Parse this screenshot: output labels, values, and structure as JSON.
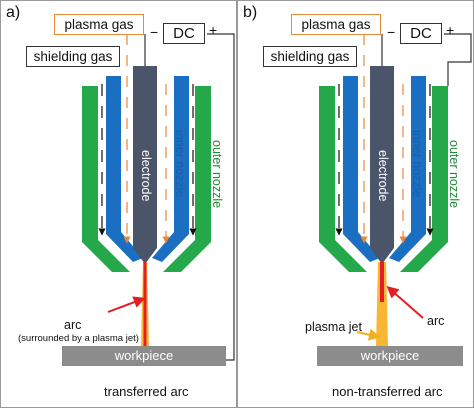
{
  "colors": {
    "outer_nozzle": "#25a84a",
    "inner_nozzle": "#1b6fc2",
    "electrode": "#4a5569",
    "workpiece": "#8c8c8c",
    "plasma_arrow": "#e8863a",
    "arc": "#e31e24",
    "jet": "#f7b633",
    "outer_label": "#1e8a35",
    "inner_label": "#1b5fa8"
  },
  "panels": [
    {
      "id": "a",
      "letter": "a)",
      "plasma_gas": "plasma gas",
      "shielding_gas": "shielding gas",
      "dc": "DC",
      "minus": "−",
      "plus": "+",
      "electrode": "electrode",
      "inner_nozzle": "inner nozzle",
      "outer_nozzle": "outer nozzle",
      "arc": "arc",
      "arc_note": "(surrounded by a plasma jet)",
      "workpiece": "workpiece",
      "caption": "transferred arc"
    },
    {
      "id": "b",
      "letter": "b)",
      "plasma_gas": "plasma gas",
      "shielding_gas": "shielding gas",
      "dc": "DC",
      "minus": "−",
      "plus": "+",
      "electrode": "electrode",
      "inner_nozzle": "inner nozzle",
      "outer_nozzle": "outer nozzle",
      "arc": "arc",
      "plasma_jet": "plasma jet",
      "workpiece": "workpiece",
      "caption": "non-transferred arc"
    }
  ]
}
